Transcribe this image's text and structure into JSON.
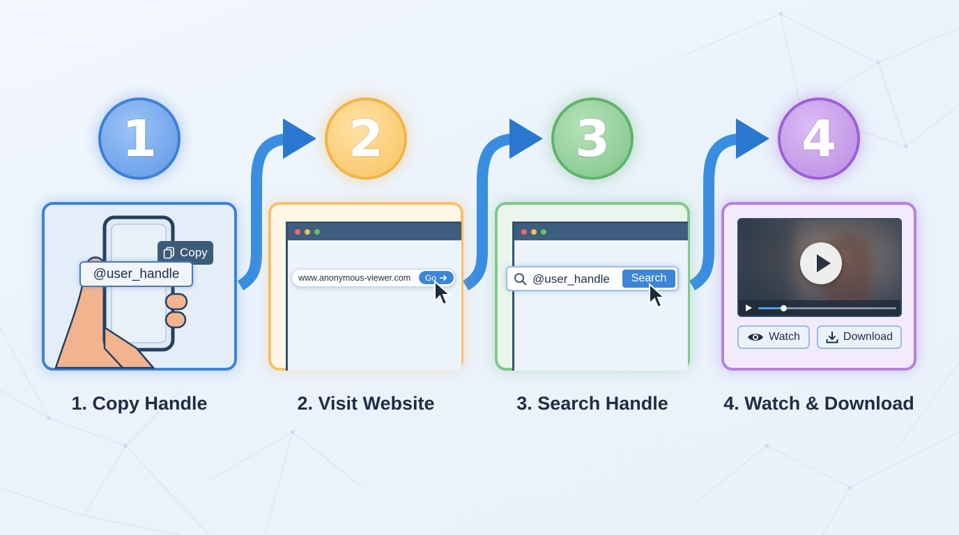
{
  "steps": [
    {
      "number": "1",
      "label": "1. Copy Handle",
      "color": "#5e97e6"
    },
    {
      "number": "2",
      "label": "2. Visit Website",
      "color": "#f8c35f"
    },
    {
      "number": "3",
      "label": "3. Search Handle",
      "color": "#7fc489"
    },
    {
      "number": "4",
      "label": "4. Watch & Download",
      "color": "#b98ae4"
    }
  ],
  "step1": {
    "copy_label": "Copy",
    "handle": "@user_handle",
    "icons": [
      "copy-icon",
      "phone-icon",
      "hand-icon"
    ]
  },
  "step2": {
    "url": "www.anonymous-viewer.com",
    "go_label": "Go",
    "icons": [
      "arrow-right-icon",
      "cursor-icon"
    ]
  },
  "step3": {
    "query": "@user_handle",
    "search_label": "Search",
    "icons": [
      "search-icon",
      "cursor-icon"
    ]
  },
  "step4": {
    "watch_label": "Watch",
    "download_label": "Download",
    "playback_progress": 0.18,
    "icons": [
      "play-icon",
      "eye-icon",
      "download-icon"
    ]
  },
  "accent_color": "#2f7fd6"
}
